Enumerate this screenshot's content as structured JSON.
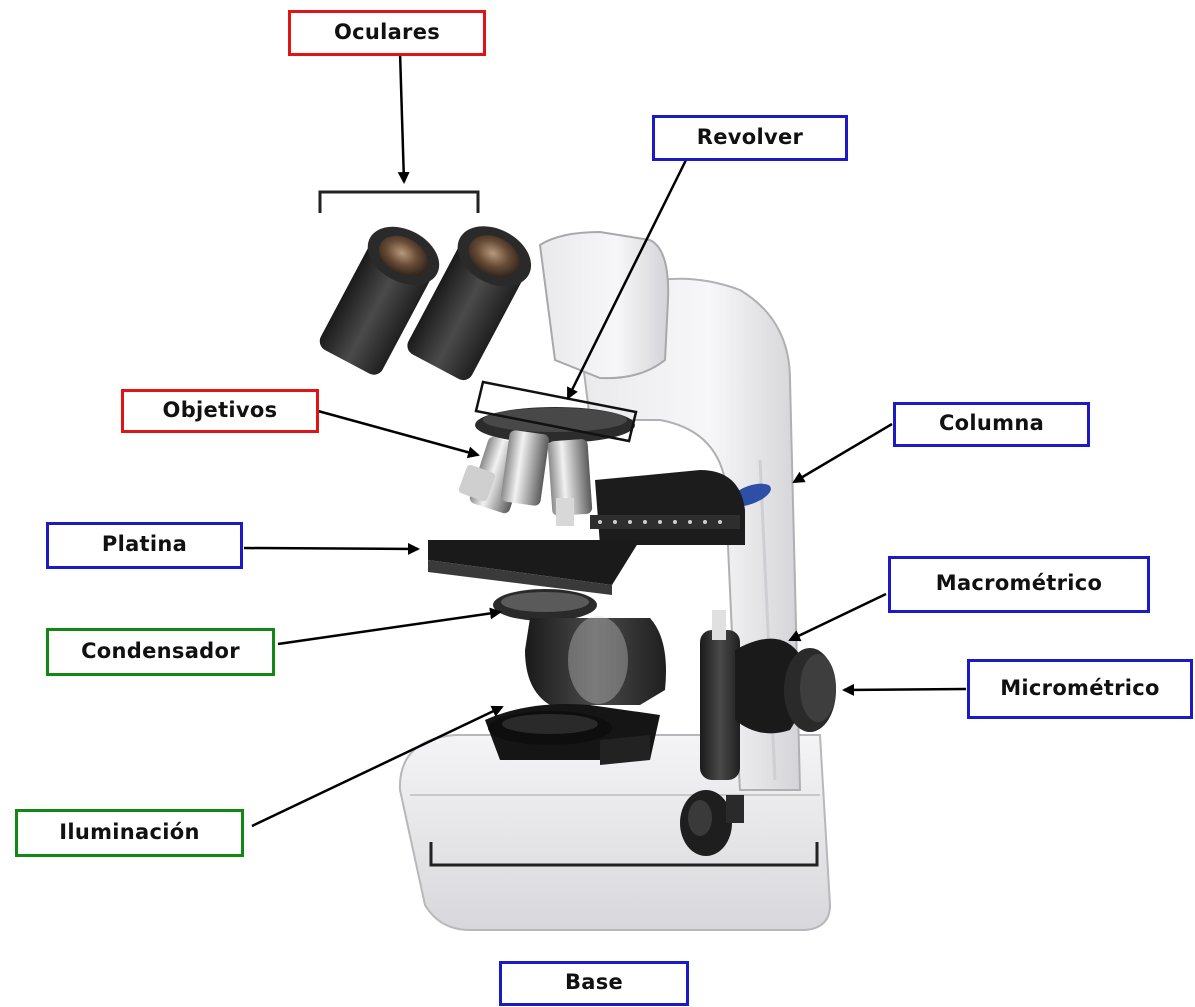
{
  "colors": {
    "functional": "#1a1ac8",
    "optical": "#e01414",
    "lighting": "#118811",
    "arrow": "#000000"
  },
  "labels": {
    "oculares": {
      "text": "Oculares",
      "color": "red"
    },
    "revolver": {
      "text": "Revolver",
      "color": "blue"
    },
    "objetivos": {
      "text": "Objetivos",
      "color": "red"
    },
    "columna": {
      "text": "Columna",
      "color": "blue"
    },
    "platina": {
      "text": "Platina",
      "color": "blue"
    },
    "macrometrico": {
      "text": "Macrométrico",
      "color": "blue"
    },
    "condensador": {
      "text": "Condensador",
      "color": "green"
    },
    "micrometrico": {
      "text": "Micrométrico",
      "color": "blue"
    },
    "iluminacion": {
      "text": "Iluminación",
      "color": "green"
    },
    "base": {
      "text": "Base",
      "color": "blue"
    }
  },
  "illustration": {
    "subject": "microscope-image"
  }
}
